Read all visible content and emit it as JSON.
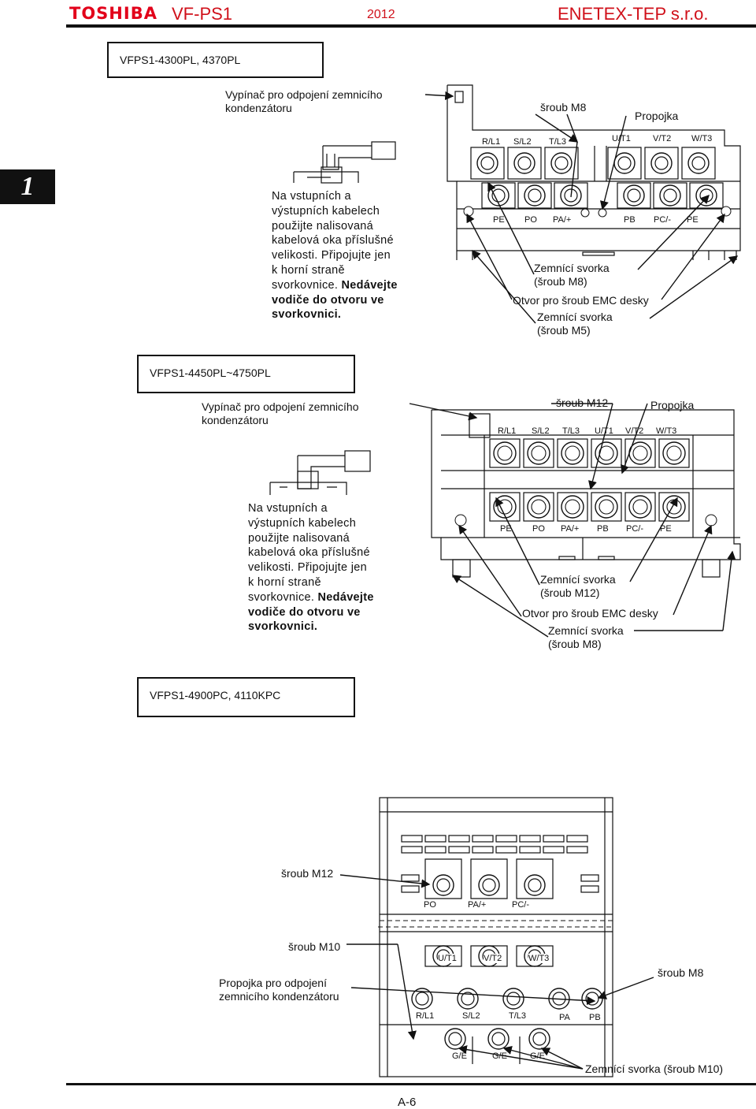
{
  "header": {
    "brand": "TOSHIBA",
    "model": "VF-PS1",
    "year": "2012",
    "company": "ENETEX-TEP s.r.o."
  },
  "chapter_tab": "1",
  "section1": {
    "title": "VFPS1-4300PL, 4370PL",
    "switch_label": "Vypínač pro odpojení zemnicího kondenzátoru",
    "screw_top": "šroub M8",
    "jumper": "Propojka",
    "top_terminals": [
      "R/L1",
      "S/L2",
      "T/L3",
      "U/T1",
      "V/T2",
      "W/T3"
    ],
    "bottom_terminals": [
      "PE",
      "PO",
      "PA/+",
      "PB",
      "PC/-",
      "PE"
    ],
    "ground_m8": "Zemnící svorka (šroub M8)",
    "emc_hole": "Otvor pro šroub EMC desky",
    "ground_m5": "Zemnící svorka (šroub M5)",
    "note": {
      "normal": "Na vstupních a výstupních kabelech použijte nalisovaná kabelová oka příslušné velikosti. Připojujte jen k horní straně svorkovnice.",
      "bold": "Nedávejte vodiče do otvoru ve svorkovnici."
    }
  },
  "section2": {
    "title": "VFPS1-4450PL~4750PL",
    "switch_label": "Vypínač pro odpojení zemnicího kondenzátoru",
    "screw_top": "šroub M12",
    "jumper": "Propojka",
    "top_terminals": [
      "R/L1",
      "S/L2",
      "T/L3",
      "U/T1",
      "V/T2",
      "W/T3"
    ],
    "bottom_terminals": [
      "PE",
      "PO",
      "PA/+",
      "PB",
      "PC/-",
      "PE"
    ],
    "ground_m12": "Zemnící svorka (šroub M12)",
    "emc_hole": "Otvor pro šroub EMC desky",
    "ground_m8": "Zemnící svorka (šroub M8)",
    "note": {
      "normal": "Na vstupních a výstupních kabelech použijte nalisovaná kabelová oka příslušné velikosti. Připojujte jen k horní straně svorkovnice.",
      "bold": "Nedávejte vodiče do otvoru ve svorkovnici."
    }
  },
  "section3": {
    "title": "VFPS1-4900PC, 4110KPC",
    "screw_m12": "šroub M12",
    "screw_m10": "šroub M10",
    "jumper_label": "Propojka pro odpojení zemnicího kondenzátoru",
    "screw_m8": "šroub M8",
    "dc_terminals": [
      "PO",
      "PA/+",
      "PC/-"
    ],
    "output_terminals": [
      "U/T1",
      "V/T2",
      "W/T3"
    ],
    "input_terminals": [
      "R/L1",
      "S/L2",
      "T/L3",
      "PA",
      "PB"
    ],
    "ground_terminals": [
      "G/E",
      "G/E",
      "G/E"
    ],
    "ground_m10": "Zemnící svorka (šroub M10)"
  },
  "footer": {
    "page": "A-6"
  }
}
